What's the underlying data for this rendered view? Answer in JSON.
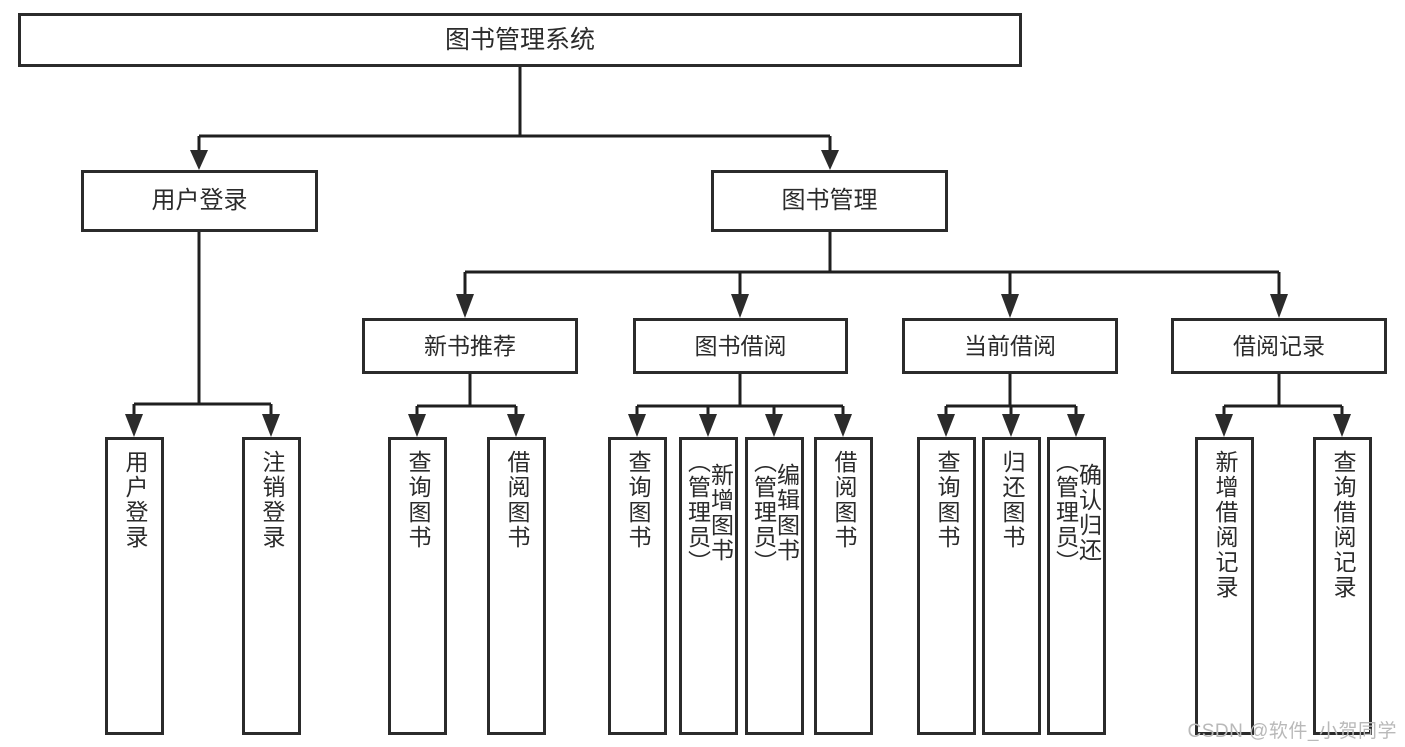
{
  "diagram": {
    "title": "图书管理系统",
    "type": "tree",
    "root": {
      "label": "图书管理系统"
    },
    "level2": [
      {
        "id": "user-login",
        "label": "用户登录"
      },
      {
        "id": "book-manage",
        "label": "图书管理"
      }
    ],
    "level3": [
      {
        "id": "new-book-recommend",
        "label": "新书推荐",
        "parent": "book-manage"
      },
      {
        "id": "book-borrow",
        "label": "图书借阅",
        "parent": "book-manage"
      },
      {
        "id": "current-borrow",
        "label": "当前借阅",
        "parent": "book-manage"
      },
      {
        "id": "borrow-record",
        "label": "借阅记录",
        "parent": "book-manage"
      }
    ],
    "leaves": {
      "user-login": [
        {
          "id": "leaf-user-login",
          "label": "用户登录"
        },
        {
          "id": "leaf-user-logout",
          "label": "注销登录"
        }
      ],
      "new-book-recommend": [
        {
          "id": "leaf-query-book-1",
          "label": "查询图书"
        },
        {
          "id": "leaf-borrow-book-1",
          "label": "借阅图书"
        }
      ],
      "book-borrow": [
        {
          "id": "leaf-query-book-2",
          "label": "查询图书"
        },
        {
          "id": "leaf-add-book",
          "label": "新增图书\n（管理员）"
        },
        {
          "id": "leaf-edit-book",
          "label": "编辑图书\n（管理员）"
        },
        {
          "id": "leaf-borrow-book-2",
          "label": "借阅图书"
        }
      ],
      "current-borrow": [
        {
          "id": "leaf-query-book-3",
          "label": "查询图书"
        },
        {
          "id": "leaf-return-book",
          "label": "归还图书"
        },
        {
          "id": "leaf-confirm-return",
          "label": "确认归还\n（管理员）"
        }
      ],
      "borrow-record": [
        {
          "id": "leaf-add-record",
          "label": "新增借阅记录"
        },
        {
          "id": "leaf-query-record",
          "label": "查询借阅记录"
        }
      ]
    }
  },
  "watermark": {
    "text": "CSDN @软件_小贺同学"
  },
  "colors": {
    "stroke": "#2b2b2b",
    "fill": "#ffffff",
    "text": "#2b2b2b",
    "watermark": "#b9b9b9"
  }
}
